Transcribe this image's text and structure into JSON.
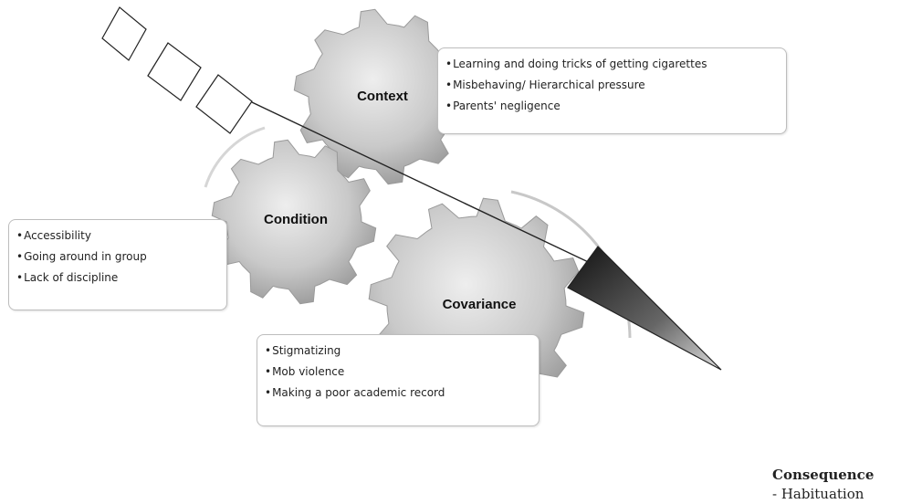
{
  "gears": {
    "context": {
      "label": "Context"
    },
    "condition": {
      "label": "Condition"
    },
    "covariance": {
      "label": "Covariance"
    }
  },
  "boxes": {
    "context": {
      "items": [
        "Learning and doing tricks of getting cigarettes",
        "Misbehaving/ Hierarchical pressure",
        "Parents' negligence"
      ]
    },
    "condition": {
      "items": [
        "Accessibility",
        "Going around in group",
        "Lack of discipline"
      ]
    },
    "covariance": {
      "items": [
        "Stigmatizing",
        "Mob violence",
        "Making a poor academic record"
      ]
    }
  },
  "consequence": {
    "title": "Consequence",
    "item": "- Habituation"
  }
}
